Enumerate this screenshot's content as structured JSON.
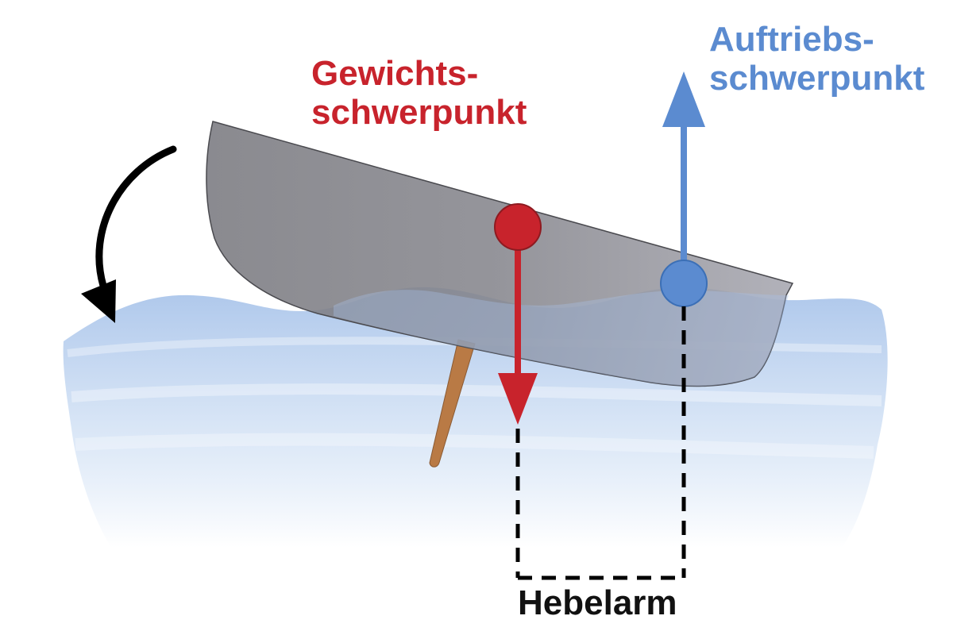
{
  "labels": {
    "weight_center": {
      "line1": "Gewichts-",
      "line2": "schwerpunkt"
    },
    "buoyancy_center": {
      "line1": "Auftriebs-",
      "line2": "schwerpunkt"
    },
    "lever_arm": "Hebelarm"
  },
  "colors": {
    "weight": "#c8232c",
    "buoyancy": "#5b8bd0",
    "hull": "#6f6f76",
    "water": "#a9c4ea",
    "keel": "#b97a45",
    "rotation_arrow": "#000000",
    "dashed": "#000000"
  },
  "icons": {
    "rotation": "curved-arrow-icon",
    "weight_force": "down-arrow-icon",
    "buoyancy_force": "up-arrow-icon"
  }
}
